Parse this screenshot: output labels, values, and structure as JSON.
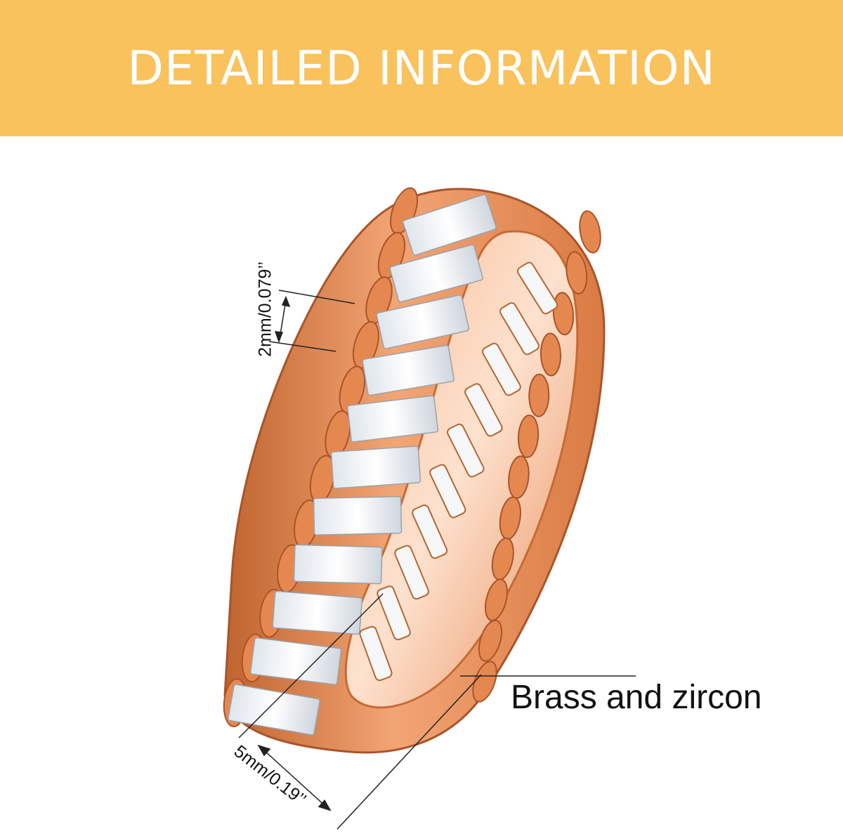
{
  "banner": {
    "title": "DETAILED INFORMATION",
    "color": "#fac25c"
  },
  "dimensions": {
    "stone_width": "2mm/0.079’’",
    "band_width": "5mm/0.19’’"
  },
  "material": "Brass and zircon",
  "colors": {
    "metal": "#e5884f",
    "metal_dark": "#b2592a",
    "metal_light": "#f8c49e",
    "stone": "#eef2f6"
  }
}
